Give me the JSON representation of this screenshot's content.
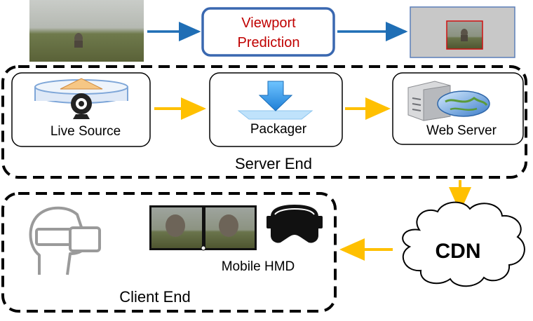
{
  "top_pipeline": {
    "prediction_box_label_line1": "Viewport",
    "prediction_box_label_line2": "Prediction"
  },
  "server": {
    "group_label": "Server End",
    "nodes": {
      "live_source": "Live Source",
      "packager": "Packager",
      "web_server": "Web Server"
    }
  },
  "cdn": {
    "label": "CDN"
  },
  "client": {
    "group_label": "Client End",
    "device_label": "Mobile HMD"
  },
  "colors": {
    "blue_arrow": "#1F6EB5",
    "yellow_arrow": "#FFC000",
    "prediction_text": "#C00000",
    "prediction_border": "#3A68B0"
  }
}
